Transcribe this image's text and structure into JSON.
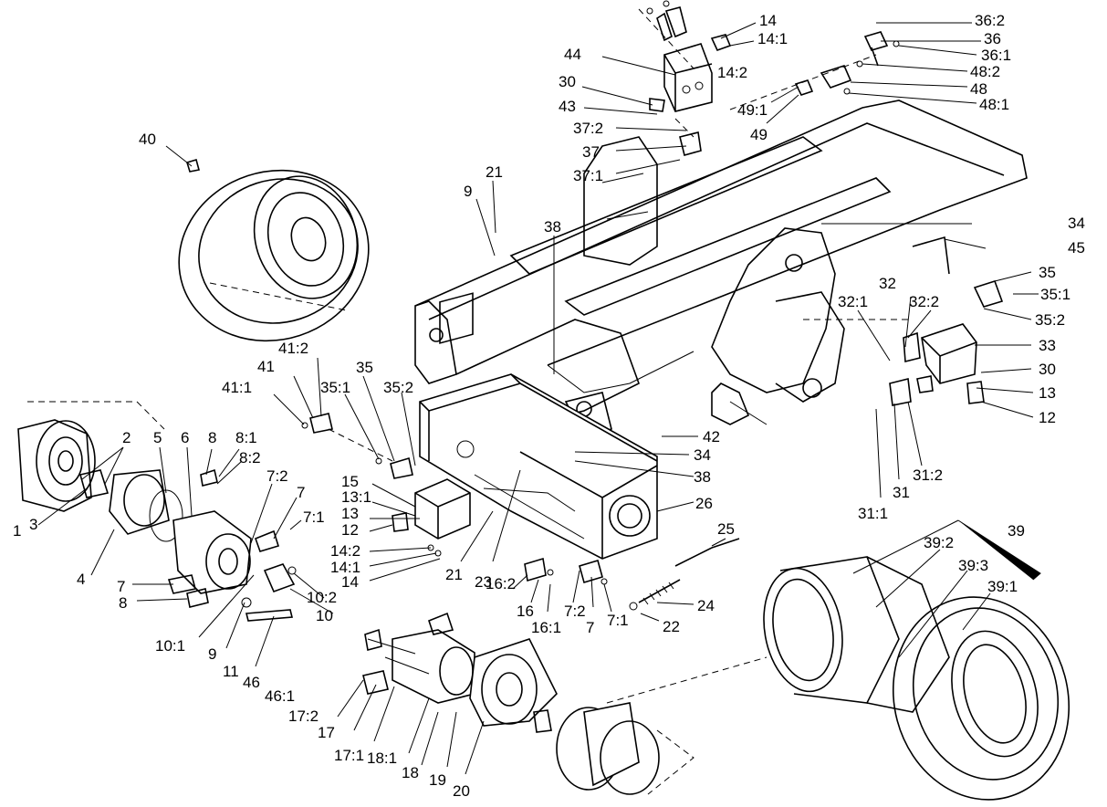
{
  "callouts": [
    {
      "text": "14"
    },
    {
      "text": "14:1"
    },
    {
      "text": "44"
    },
    {
      "text": "14:2"
    },
    {
      "text": "30"
    },
    {
      "text": "43"
    },
    {
      "text": "37:2"
    },
    {
      "text": "37"
    },
    {
      "text": "37:1"
    },
    {
      "text": "36:2"
    },
    {
      "text": "36"
    },
    {
      "text": "36:1"
    },
    {
      "text": "48:2"
    },
    {
      "text": "48"
    },
    {
      "text": "48:1"
    },
    {
      "text": "49:1"
    },
    {
      "text": "49"
    },
    {
      "text": "40"
    },
    {
      "text": "21"
    },
    {
      "text": "9"
    },
    {
      "text": "38"
    },
    {
      "text": "34"
    },
    {
      "text": "45"
    },
    {
      "text": "35"
    },
    {
      "text": "35:1"
    },
    {
      "text": "35:2"
    },
    {
      "text": "32"
    },
    {
      "text": "32:1"
    },
    {
      "text": "32:2"
    },
    {
      "text": "33"
    },
    {
      "text": "30"
    },
    {
      "text": "13"
    },
    {
      "text": "12"
    },
    {
      "text": "31"
    },
    {
      "text": "31:1"
    },
    {
      "text": "31:2"
    },
    {
      "text": "41:2"
    },
    {
      "text": "41"
    },
    {
      "text": "41:1"
    },
    {
      "text": "35"
    },
    {
      "text": "35:1"
    },
    {
      "text": "35:2"
    },
    {
      "text": "42"
    },
    {
      "text": "34"
    },
    {
      "text": "38"
    },
    {
      "text": "26"
    },
    {
      "text": "2"
    },
    {
      "text": "1"
    },
    {
      "text": "3"
    },
    {
      "text": "5"
    },
    {
      "text": "6"
    },
    {
      "text": "8"
    },
    {
      "text": "8:1"
    },
    {
      "text": "8:2"
    },
    {
      "text": "7:2"
    },
    {
      "text": "7"
    },
    {
      "text": "7:1"
    },
    {
      "text": "4"
    },
    {
      "text": "7"
    },
    {
      "text": "8"
    },
    {
      "text": "15"
    },
    {
      "text": "13:1"
    },
    {
      "text": "13"
    },
    {
      "text": "12"
    },
    {
      "text": "14:2"
    },
    {
      "text": "14:1"
    },
    {
      "text": "14"
    },
    {
      "text": "10:2"
    },
    {
      "text": "10"
    },
    {
      "text": "10:1"
    },
    {
      "text": "9"
    },
    {
      "text": "11"
    },
    {
      "text": "21"
    },
    {
      "text": "23"
    },
    {
      "text": "16:2"
    },
    {
      "text": "16"
    },
    {
      "text": "16:1"
    },
    {
      "text": "7:2"
    },
    {
      "text": "7"
    },
    {
      "text": "7:1"
    },
    {
      "text": "25"
    },
    {
      "text": "24"
    },
    {
      "text": "22"
    },
    {
      "text": "39"
    },
    {
      "text": "39:2"
    },
    {
      "text": "39:3"
    },
    {
      "text": "39:1"
    },
    {
      "text": "46"
    },
    {
      "text": "46:1"
    },
    {
      "text": "17:2"
    },
    {
      "text": "17"
    },
    {
      "text": "17:1"
    },
    {
      "text": "18:1"
    },
    {
      "text": "18"
    },
    {
      "text": "19"
    },
    {
      "text": "20"
    }
  ]
}
